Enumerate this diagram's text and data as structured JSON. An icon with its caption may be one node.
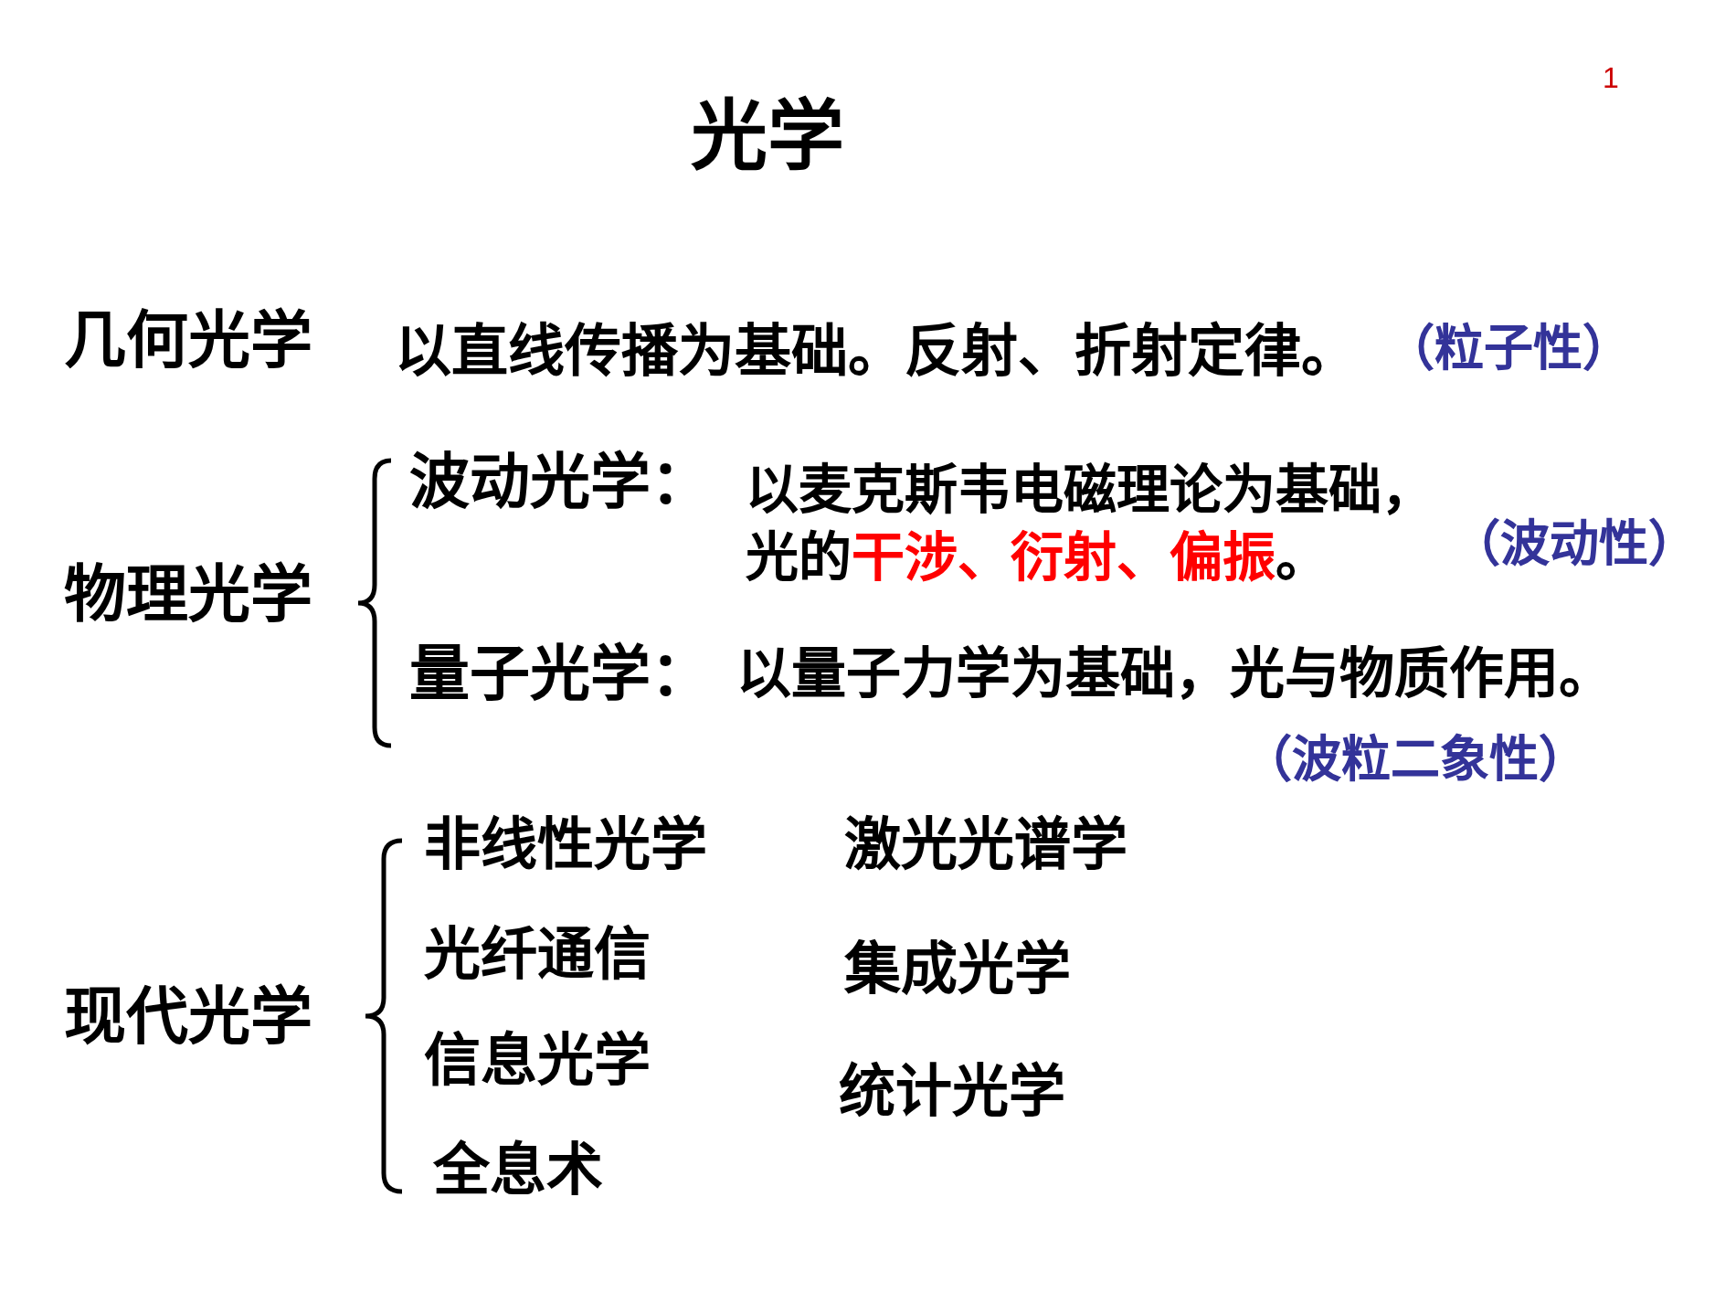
{
  "diagram": {
    "title": "光学",
    "labels": [
      "1",
      "几何光学",
      "以直线传播为基础。反射、折射定律。",
      "（粒子性）",
      "物理光学",
      "波动光学：",
      "以麦克斯韦电磁理论为基础，光的**干涉、衍射、偏振**。",
      "（波动性）",
      "量子光学：",
      "以量子力学为基础，光与物质作用。",
      "（波粒二象性）",
      "现代光学",
      "非线性光学",
      "激光光谱学",
      "光纤通信",
      "集成光学",
      "信息光学",
      "统计光学",
      "全息术"
    ]
  }
}
